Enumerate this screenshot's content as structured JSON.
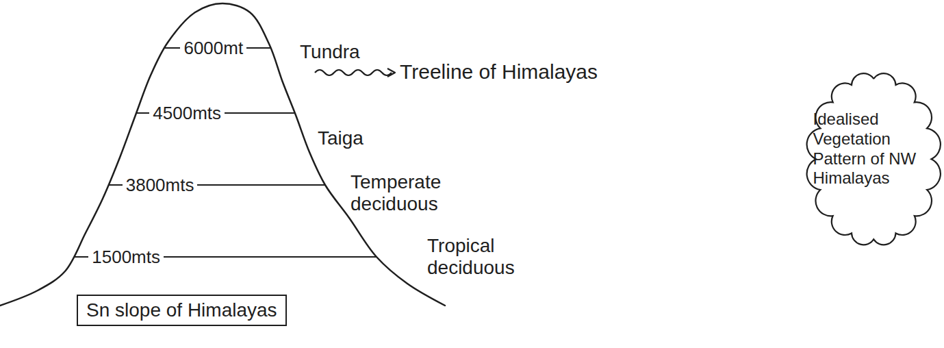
{
  "diagram": {
    "nodes": [
      {
        "text": [
          "Idealised Vegetation Pattern of NW Himalayas"
        ]
      },
      {
        "text": [
          "Sn slope of Himalayas"
        ]
      }
    ],
    "labels": [
      "6000mt",
      "Tundra",
      "Treeline of Himalayas",
      "4500mts",
      "Taiga",
      "3800mts",
      "Temperate deciduous",
      "1500mts",
      "Tropical deciduous"
    ]
  }
}
